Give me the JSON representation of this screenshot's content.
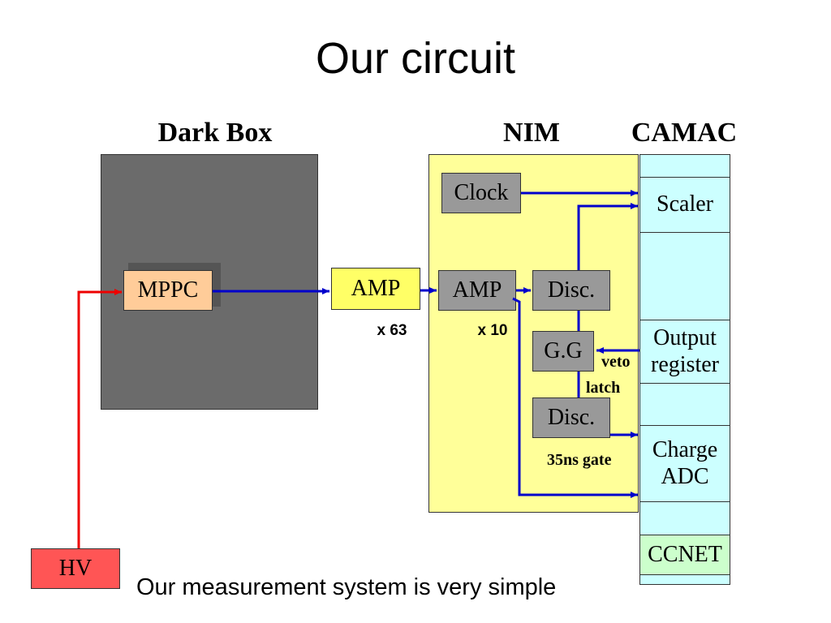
{
  "slide": {
    "title": "Our circuit",
    "footer": "Our measurement system is very simple"
  },
  "sections": {
    "dark_box": "Dark Box",
    "nim": "NIM",
    "camac": "CAMAC"
  },
  "blocks": {
    "mppc": "MPPC",
    "amp1": "AMP",
    "amp2": "AMP",
    "clock": "Clock",
    "disc1": "Disc.",
    "gg": "G.G",
    "disc2": "Disc.",
    "hv": "HV"
  },
  "camac_modules": {
    "scaler": "Scaler",
    "output_line1": "Output",
    "output_line2": "register",
    "adc_line1": "Charge",
    "adc_line2": "ADC",
    "ccnet": "CCNET"
  },
  "annotations": {
    "gain1": "x 63",
    "gain2": "x 10",
    "veto": "veto",
    "latch": "latch",
    "gate": "35ns gate"
  },
  "colors": {
    "dark_box": "#6b6b6b",
    "nim_panel": "#ffff99",
    "camac_cell": "#ccffff",
    "ccnet": "#ccffcc",
    "mppc": "#ffcc99",
    "amp1": "#ffff66",
    "nim_module": "#999999",
    "hv": "#ff5555",
    "signal_wire": "#0000cc",
    "hv_wire": "#ee0000"
  }
}
